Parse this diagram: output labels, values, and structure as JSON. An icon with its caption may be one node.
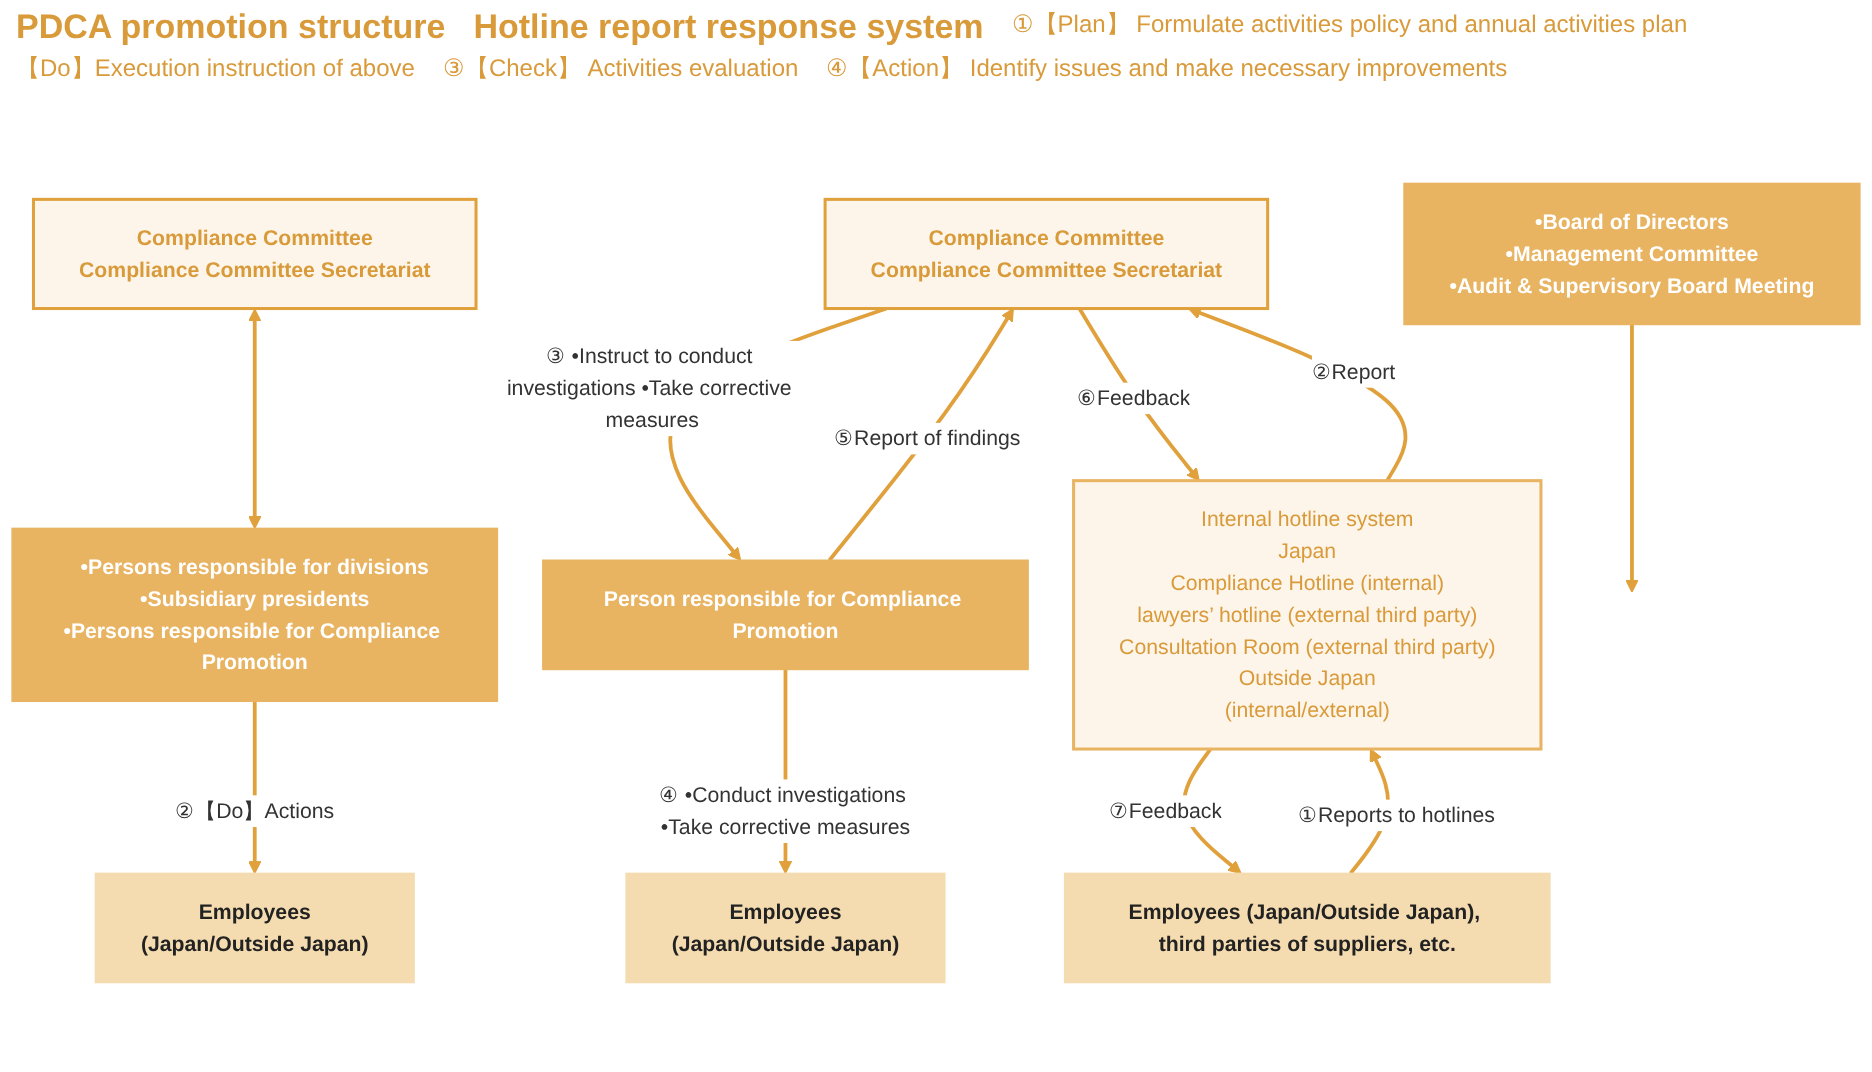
{
  "diagram": {
    "nodes": [
      {
        "text": [
          "Compliance Committee",
          "Compliance Committee Secretariat"
        ]
      },
      {
        "text": [
          "•Board of Directors",
          "•Management Committee",
          "•Audit & Supervisory Board Meeting"
        ]
      },
      {
        "text": [
          "•Persons responsible for divisions",
          "•Subsidiary presidents",
          "•Persons responsible for Compliance Promotion"
        ]
      },
      {
        "text": [
          "Employees",
          "(Japan/Outside Japan)"
        ]
      },
      {
        "text": [
          "Compliance Committee",
          "Compliance Committee Secretariat"
        ]
      },
      {
        "text": [
          "Person responsible for Compliance Promotion"
        ]
      },
      {
        "text": [
          "Internal hotline system",
          "Japan",
          "Compliance Hotline (internal)",
          "lawyers’ hotline (external third party)",
          "Consultation Room (external third party)",
          "Outside Japan",
          "(internal/external)"
        ]
      },
      {
        "text": [
          "Employees",
          "(Japan/Outside Japan)"
        ]
      },
      {
        "text": [
          "Employees (Japan/Outside Japan), third parties of suppliers, etc."
        ]
      }
    ],
    "edges": [
      {
        "from": 0,
        "to": 2,
        "arrow": "both"
      },
      {
        "from": 1,
        "to": null,
        "arrow": "to"
      },
      {
        "from": 2,
        "to": 3,
        "arrow": "to",
        "label": "②【Do】Actions"
      },
      {
        "from": 4,
        "to": 5,
        "arrow": "to",
        "label": "③ •Instruct to conduct investigations •Take corrective measures"
      },
      {
        "from": 5,
        "to": 4,
        "arrow": "to",
        "label": "⑤Report of findings"
      },
      {
        "from": 6,
        "to": 4,
        "arrow": "to",
        "label": "②Report"
      },
      {
        "from": 4,
        "to": 6,
        "arrow": "to",
        "label": "⑥Feedback"
      },
      {
        "from": 5,
        "to": 7,
        "arrow": "to",
        "label": "④ •Conduct investigations •Take corrective measures"
      },
      {
        "from": 8,
        "to": 6,
        "arrow": "to",
        "label": "①Reports to hotlines"
      },
      {
        "from": 6,
        "to": 8,
        "arrow": "to",
        "label": "⑦Feedback"
      }
    ],
    "labels": [
      "PDCA promotion structure",
      "Hotline report response system",
      "①【Plan】 Formulate activities policy and annual activities plan",
      "【Do】Execution instruction of above",
      "③【Check】 Activities evaluation",
      "④【Action】 Identify issues and make necessary improvements"
    ]
  }
}
